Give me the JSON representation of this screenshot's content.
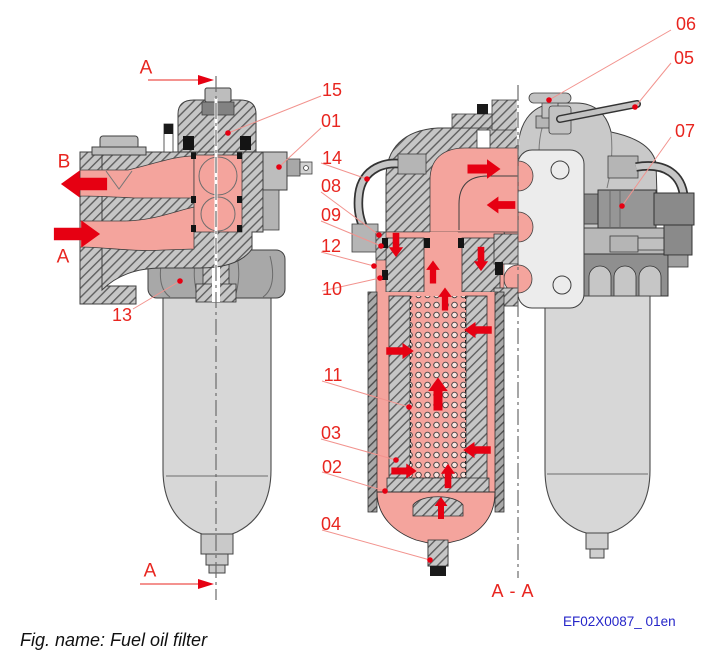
{
  "figure": {
    "caption": "Fig. name: Fuel oil filter",
    "drawing_code": "EF02X0087_ 01en"
  },
  "section_marks": {
    "top": "A",
    "bottom": "A",
    "outlet": "B",
    "inlet": "A",
    "section_view": "A - A"
  },
  "colors": {
    "callout_red": "#e8251f",
    "arrow_red": "#e60012",
    "leader_pink": "#f2938e",
    "flow_pink": "#f4a49d",
    "code_blue": "#2626c9"
  },
  "callouts": [
    {
      "label": "06"
    },
    {
      "label": "05"
    },
    {
      "label": "07"
    },
    {
      "label": "15"
    },
    {
      "label": "01"
    },
    {
      "label": "14"
    },
    {
      "label": "08"
    },
    {
      "label": "09"
    },
    {
      "label": "12"
    },
    {
      "label": "10"
    },
    {
      "label": "13"
    },
    {
      "label": "11"
    },
    {
      "label": "03"
    },
    {
      "label": "02"
    },
    {
      "label": "04"
    }
  ]
}
